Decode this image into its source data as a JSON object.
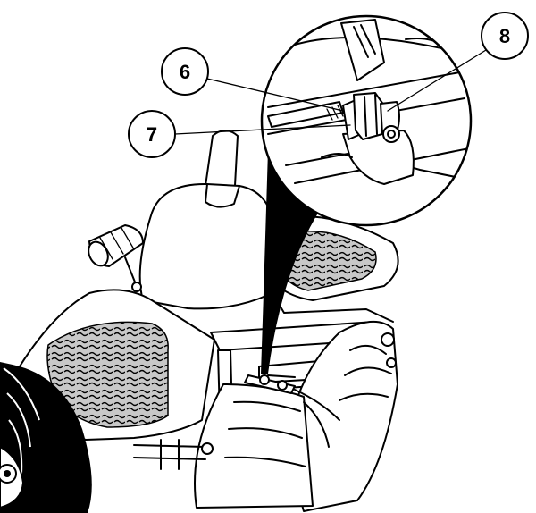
{
  "callouts": [
    {
      "id": "6",
      "label": "6"
    },
    {
      "id": "7",
      "label": "7"
    },
    {
      "id": "8",
      "label": "8"
    }
  ],
  "colors": {
    "line": "#000000",
    "background": "#ffffff",
    "tread": "#c8c8c8"
  }
}
